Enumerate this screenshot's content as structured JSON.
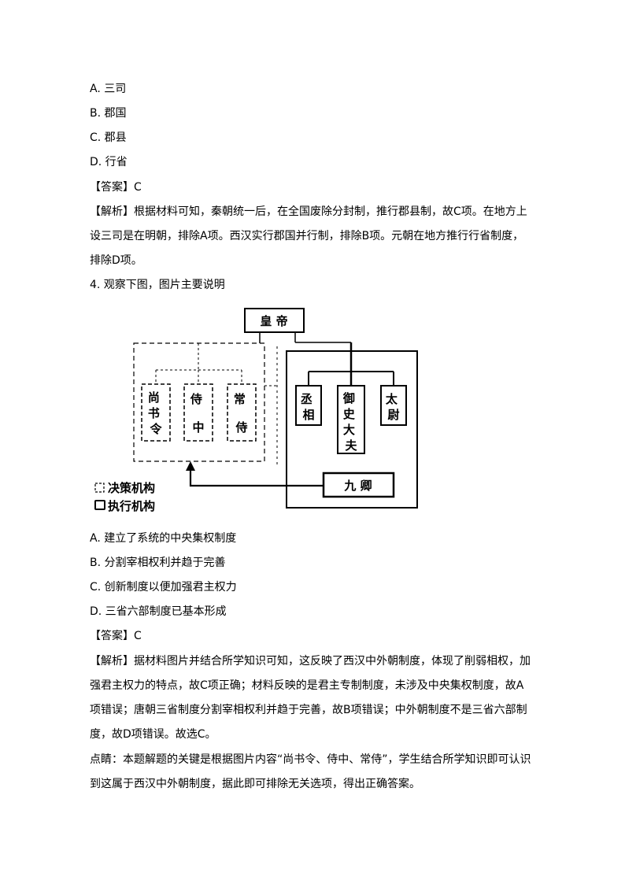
{
  "q3": {
    "options": [
      "A. 三司",
      "B. 郡国",
      "C. 郡县",
      "D. 行省"
    ],
    "answer": "【答案】C",
    "analysis": [
      "【解析】根据材料可知，秦朝统一后，在全国废除分封制，推行郡县制，故C项。在地方上",
      "设三司是在明朝，排除A项。西汉实行郡国并行制，排除B项。元朝在地方推行行省制度，",
      "排除D项。"
    ]
  },
  "q4": {
    "stem": "4. 观察下图，图片主要说明",
    "diagram": {
      "emperor": "皇  帝",
      "inner": [
        "尚书令",
        "侍中",
        "常侍"
      ],
      "outer": [
        "丞相",
        "御史大夫",
        "太尉"
      ],
      "jiuqing": "九    卿",
      "legend_decision": "决策机构",
      "legend_execution": "执行机构"
    },
    "options": [
      "A. 建立了系统的中央集权制度",
      "B. 分割宰相权利并趋于完善",
      "C. 创新制度以便加强君主权力",
      "D. 三省六部制度已基本形成"
    ],
    "answer": "【答案】C",
    "analysis": [
      "【解析】据材料图片并结合所学知识可知，这反映了西汉中外朝制度，体现了削弱相权，加",
      "强君主权力的特点，故C项正确；材料反映的是君主专制制度，未涉及中央集权制度，故A",
      "项错误；唐朝三省制度分割宰相权利并趋于完善，故B项错误；中外朝制度不是三省六部制",
      "度，故D项错误。故选C。"
    ],
    "tip": [
      "点睛：本题解题的关键是根据图片内容“尚书令、侍中、常侍”，学生结合所学知识即可认识",
      "到这属于西汉中外朝制度，据此即可排除无关选项，得出正确答案。"
    ]
  }
}
